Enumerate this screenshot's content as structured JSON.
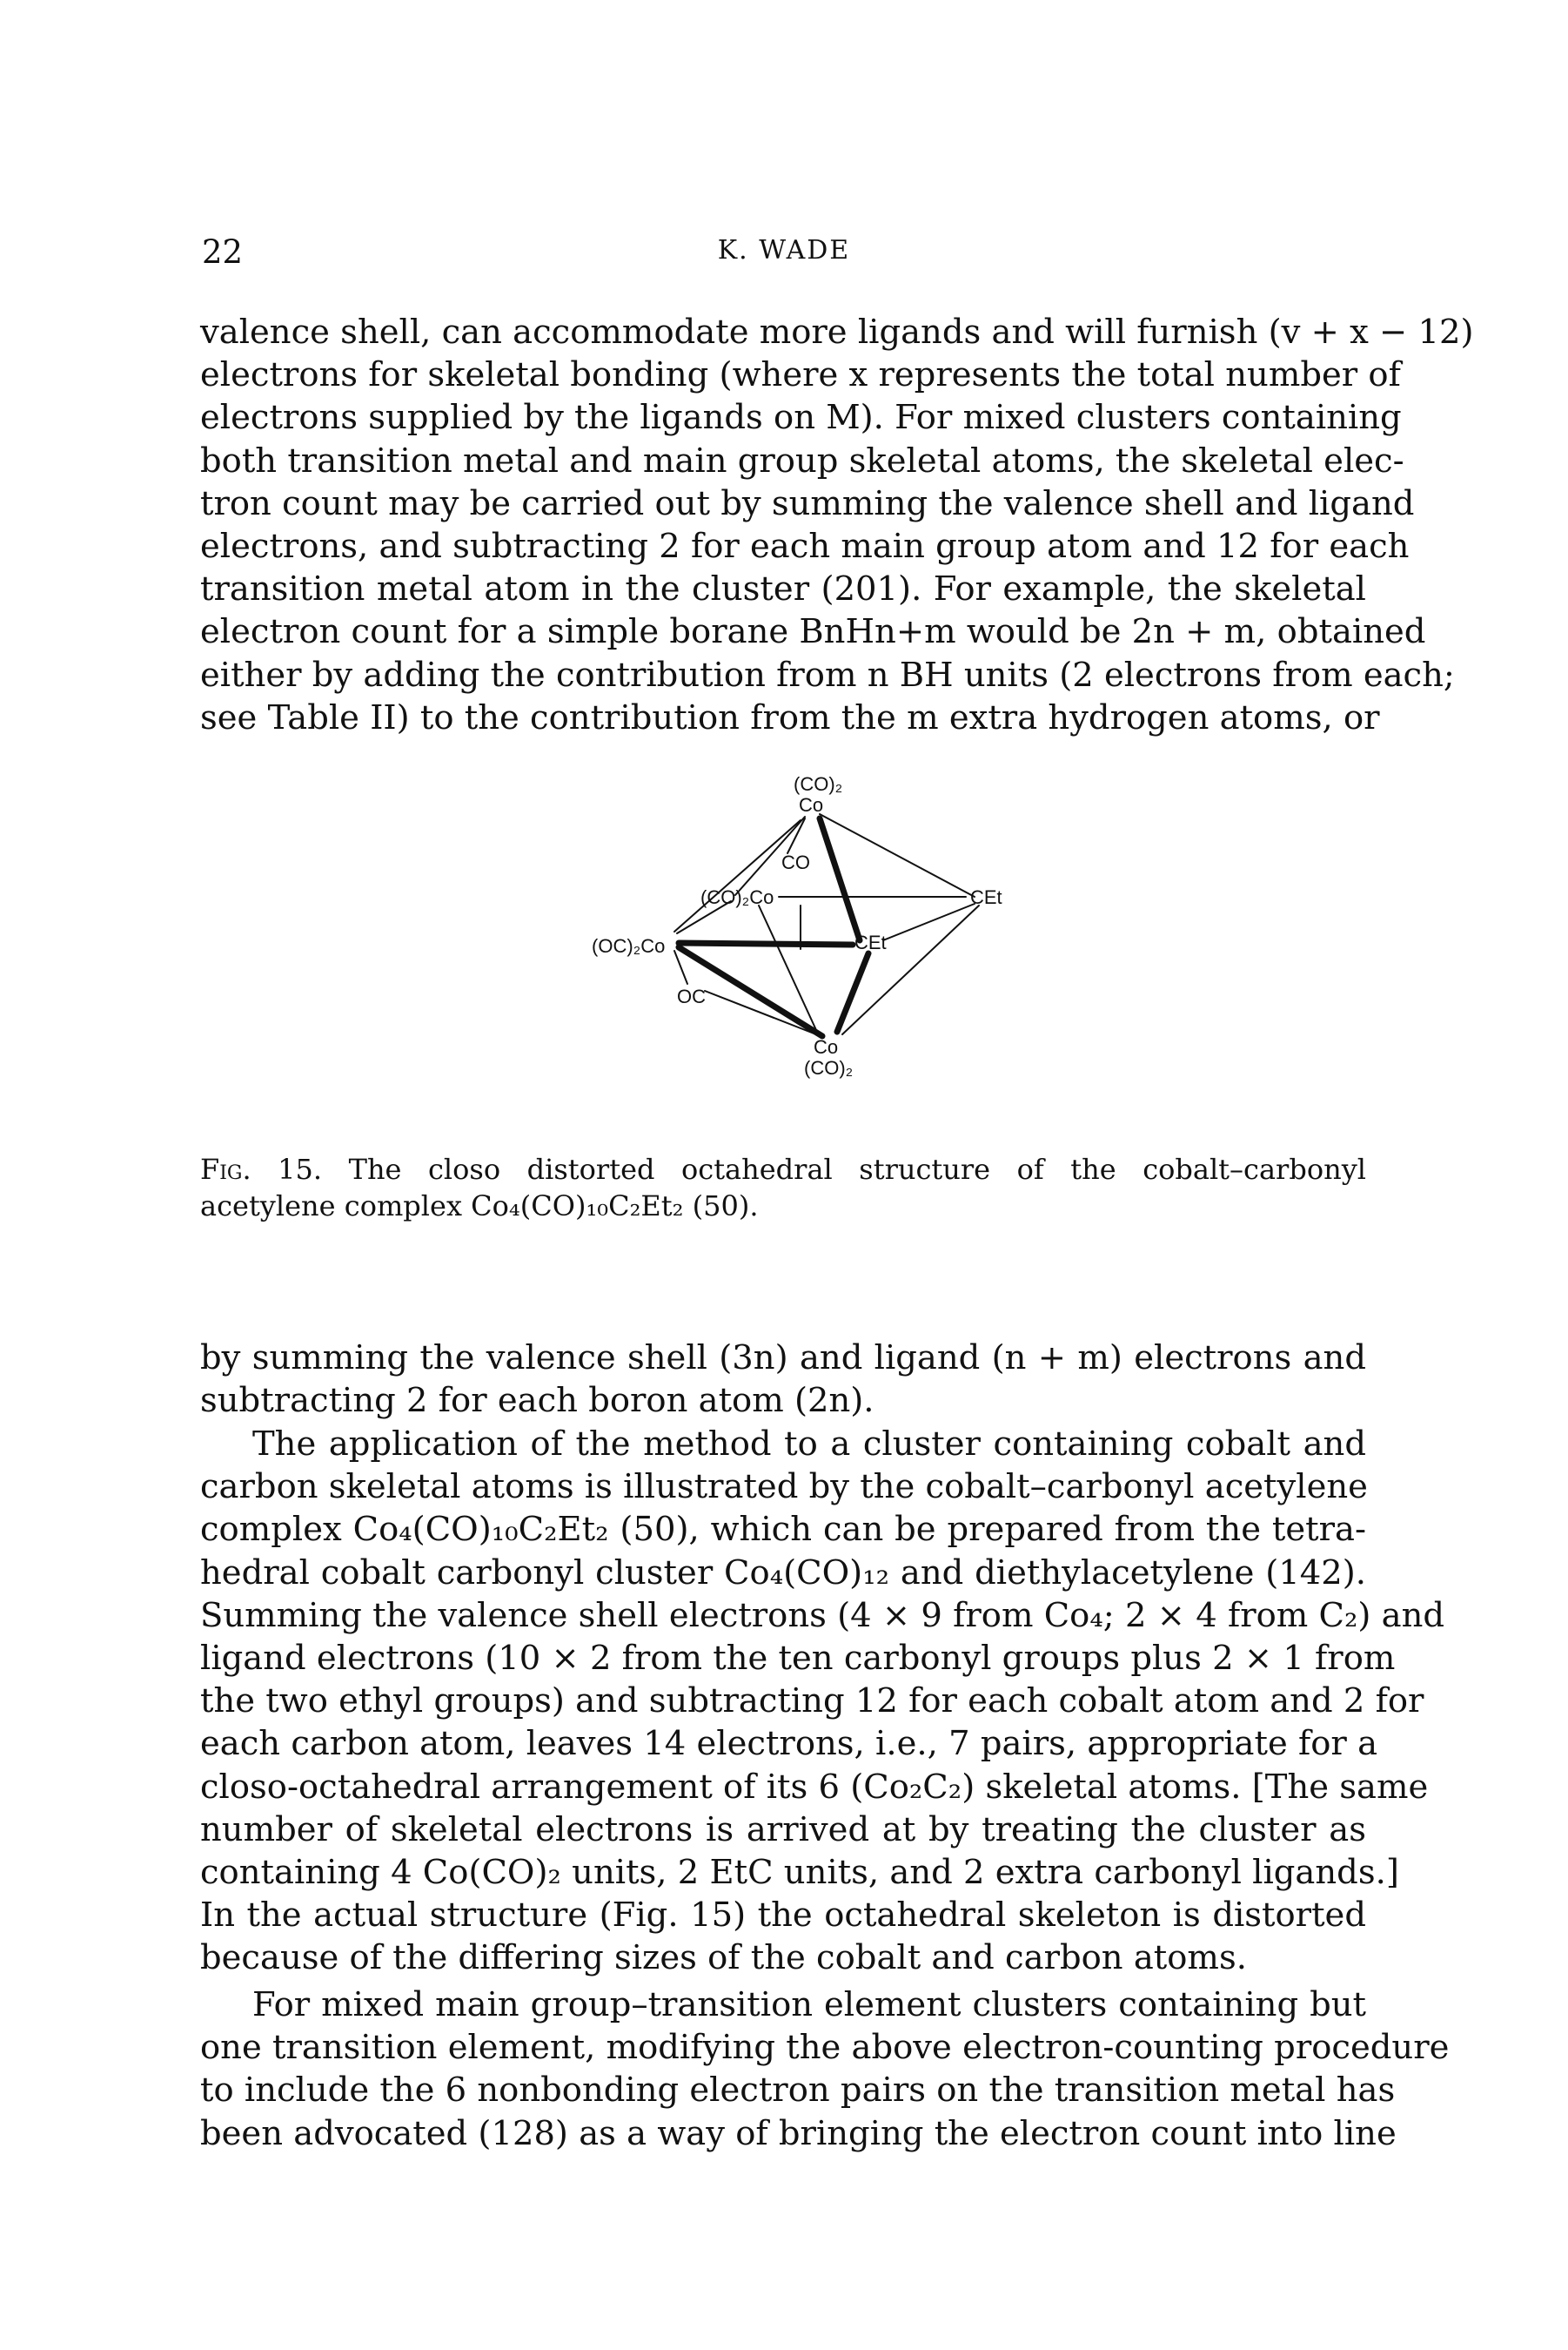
{
  "header": {
    "page_number": "22",
    "running_head": "K. WADE"
  },
  "paragraph_1_lines": [
    "valence shell, can accommodate more ligands and will furnish (v + x − 12)",
    "electrons for skeletal bonding (where x represents the total number of",
    "electrons supplied by the ligands on M). For mixed clusters containing",
    "both transition metal and main group skeletal atoms, the skeletal elec-",
    "tron count may be carried out by summing the valence shell and ligand",
    "electrons, and subtracting 2 for each main group atom and 12 for each",
    "transition metal atom in the cluster (201). For example, the skeletal",
    "electron count for a simple borane BnHn+m would be 2n + m, obtained",
    "either by adding the contribution from n BH units (2 electrons from each;",
    "see Table II) to the contribution from the m extra hydrogen atoms, or"
  ],
  "figure": {
    "labels": {
      "top_co2": "(CO)₂",
      "top_co": "Co",
      "bridge_co": "CO",
      "mid_left": "(CO)₂Co",
      "right_cet": "CEt",
      "left": "(OC)₂Co",
      "center_cet": "CEt",
      "oc": "OC",
      "bottom_co": "Co",
      "bottom_co2": "(CO)₂"
    }
  },
  "caption": {
    "fig_label": "Fig. 15.",
    "line_1": "The closo distorted octahedral structure of the cobalt–carbonyl",
    "line_2": "acetylene complex Co₄(CO)₁₀C₂Et₂ (50)."
  },
  "paragraph_2_lines": [
    "by summing the valence shell (3n) and ligand (n + m) electrons and",
    "subtracting 2 for each boron atom (2n)."
  ],
  "paragraph_3_lines": [
    "The application of the method to a cluster containing cobalt and",
    "carbon skeletal atoms is illustrated by the cobalt–carbonyl acetylene",
    "complex Co₄(CO)₁₀C₂Et₂ (50), which can be prepared from the tetra-",
    "hedral cobalt carbonyl cluster Co₄(CO)₁₂ and diethylacetylene (142).",
    "Summing the valence shell electrons (4 × 9 from Co₄; 2 × 4 from C₂) and",
    "ligand electrons (10 × 2 from the ten carbonyl groups plus 2 × 1 from",
    "the two ethyl groups) and subtracting 12 for each cobalt atom and 2 for",
    "each carbon atom, leaves 14 electrons, i.e., 7 pairs, appropriate for a",
    "closo-octahedral arrangement of its 6 (Co₂C₂) skeletal atoms. [The same",
    "number of skeletal electrons is arrived at by treating the cluster as",
    "containing 4 Co(CO)₂ units, 2 EtC units, and 2 extra carbonyl ligands.]",
    "In the actual structure (Fig. 15) the octahedral skeleton is distorted",
    "because of the differing sizes of the cobalt and carbon atoms."
  ],
  "paragraph_4_lines": [
    "For mixed main group–transition element clusters containing but",
    "one transition element, modifying the above electron-counting procedure",
    "to include the 6 nonbonding electron pairs on the transition metal has",
    "been advocated (128) as a way of bringing the electron count into line"
  ]
}
